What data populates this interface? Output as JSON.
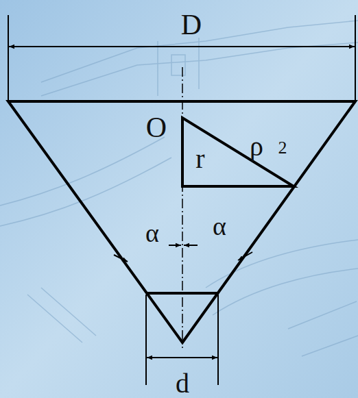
{
  "diagram": {
    "labels": [
      "D",
      "O",
      "r",
      "ρ",
      "2",
      "α",
      "α",
      "d"
    ]
  }
}
